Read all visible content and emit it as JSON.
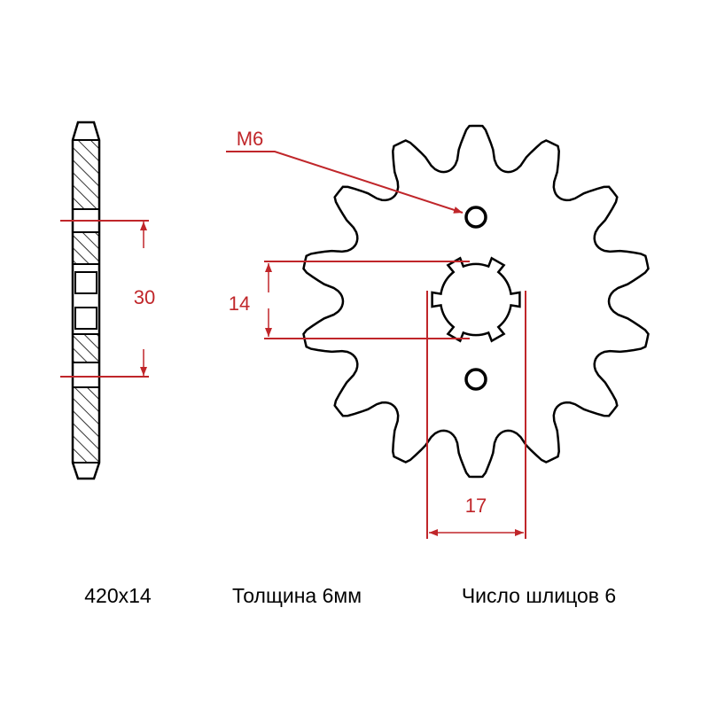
{
  "drawing": {
    "teeth_count": 14,
    "spline_count": 6,
    "colors": {
      "outline": "#000000",
      "dimension": "#c0262a",
      "background": "#ffffff"
    }
  },
  "dimensions": {
    "hole_thread": "M6",
    "spline_inner": "14",
    "spline_outer": "17",
    "hole_spacing": "30"
  },
  "labels": {
    "size": "420x14",
    "thickness": "Толщина 6мм",
    "splines": "Число шлицов 6"
  }
}
